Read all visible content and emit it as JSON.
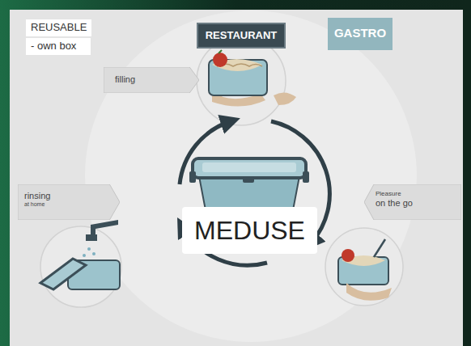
{
  "diagram": {
    "nodes": [
      {
        "text": [
          "REUSABLE"
        ]
      },
      {
        "text": [
          "- own box"
        ]
      },
      {
        "text": [
          "RESTAURANT"
        ]
      },
      {
        "text": [
          "GASTRO"
        ]
      },
      {
        "text": [
          "filling"
        ]
      },
      {
        "text": [
          "rinsing",
          "at home"
        ]
      },
      {
        "text": [
          "Pleasure",
          "on the go"
        ]
      },
      {
        "text": [
          "MEDUSE"
        ]
      }
    ]
  }
}
